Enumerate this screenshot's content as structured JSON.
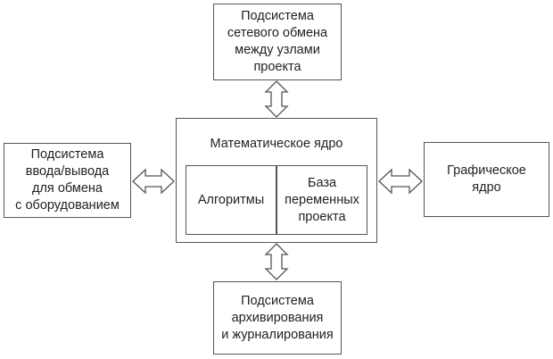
{
  "blocks": {
    "network": "Подсистема\nсетевого обмена\nмежду узлами\nпроекта",
    "io": "Подсистема\nввода/вывода\nдля обмена\nс оборудованием",
    "core": "Математическое ядро",
    "algorithms": "Алгоритмы",
    "variables": "База\nпеременных\nпроекта",
    "graphics": "Графическое\nядро",
    "archive": "Подсистема\nархивирования\nи журналирования"
  }
}
